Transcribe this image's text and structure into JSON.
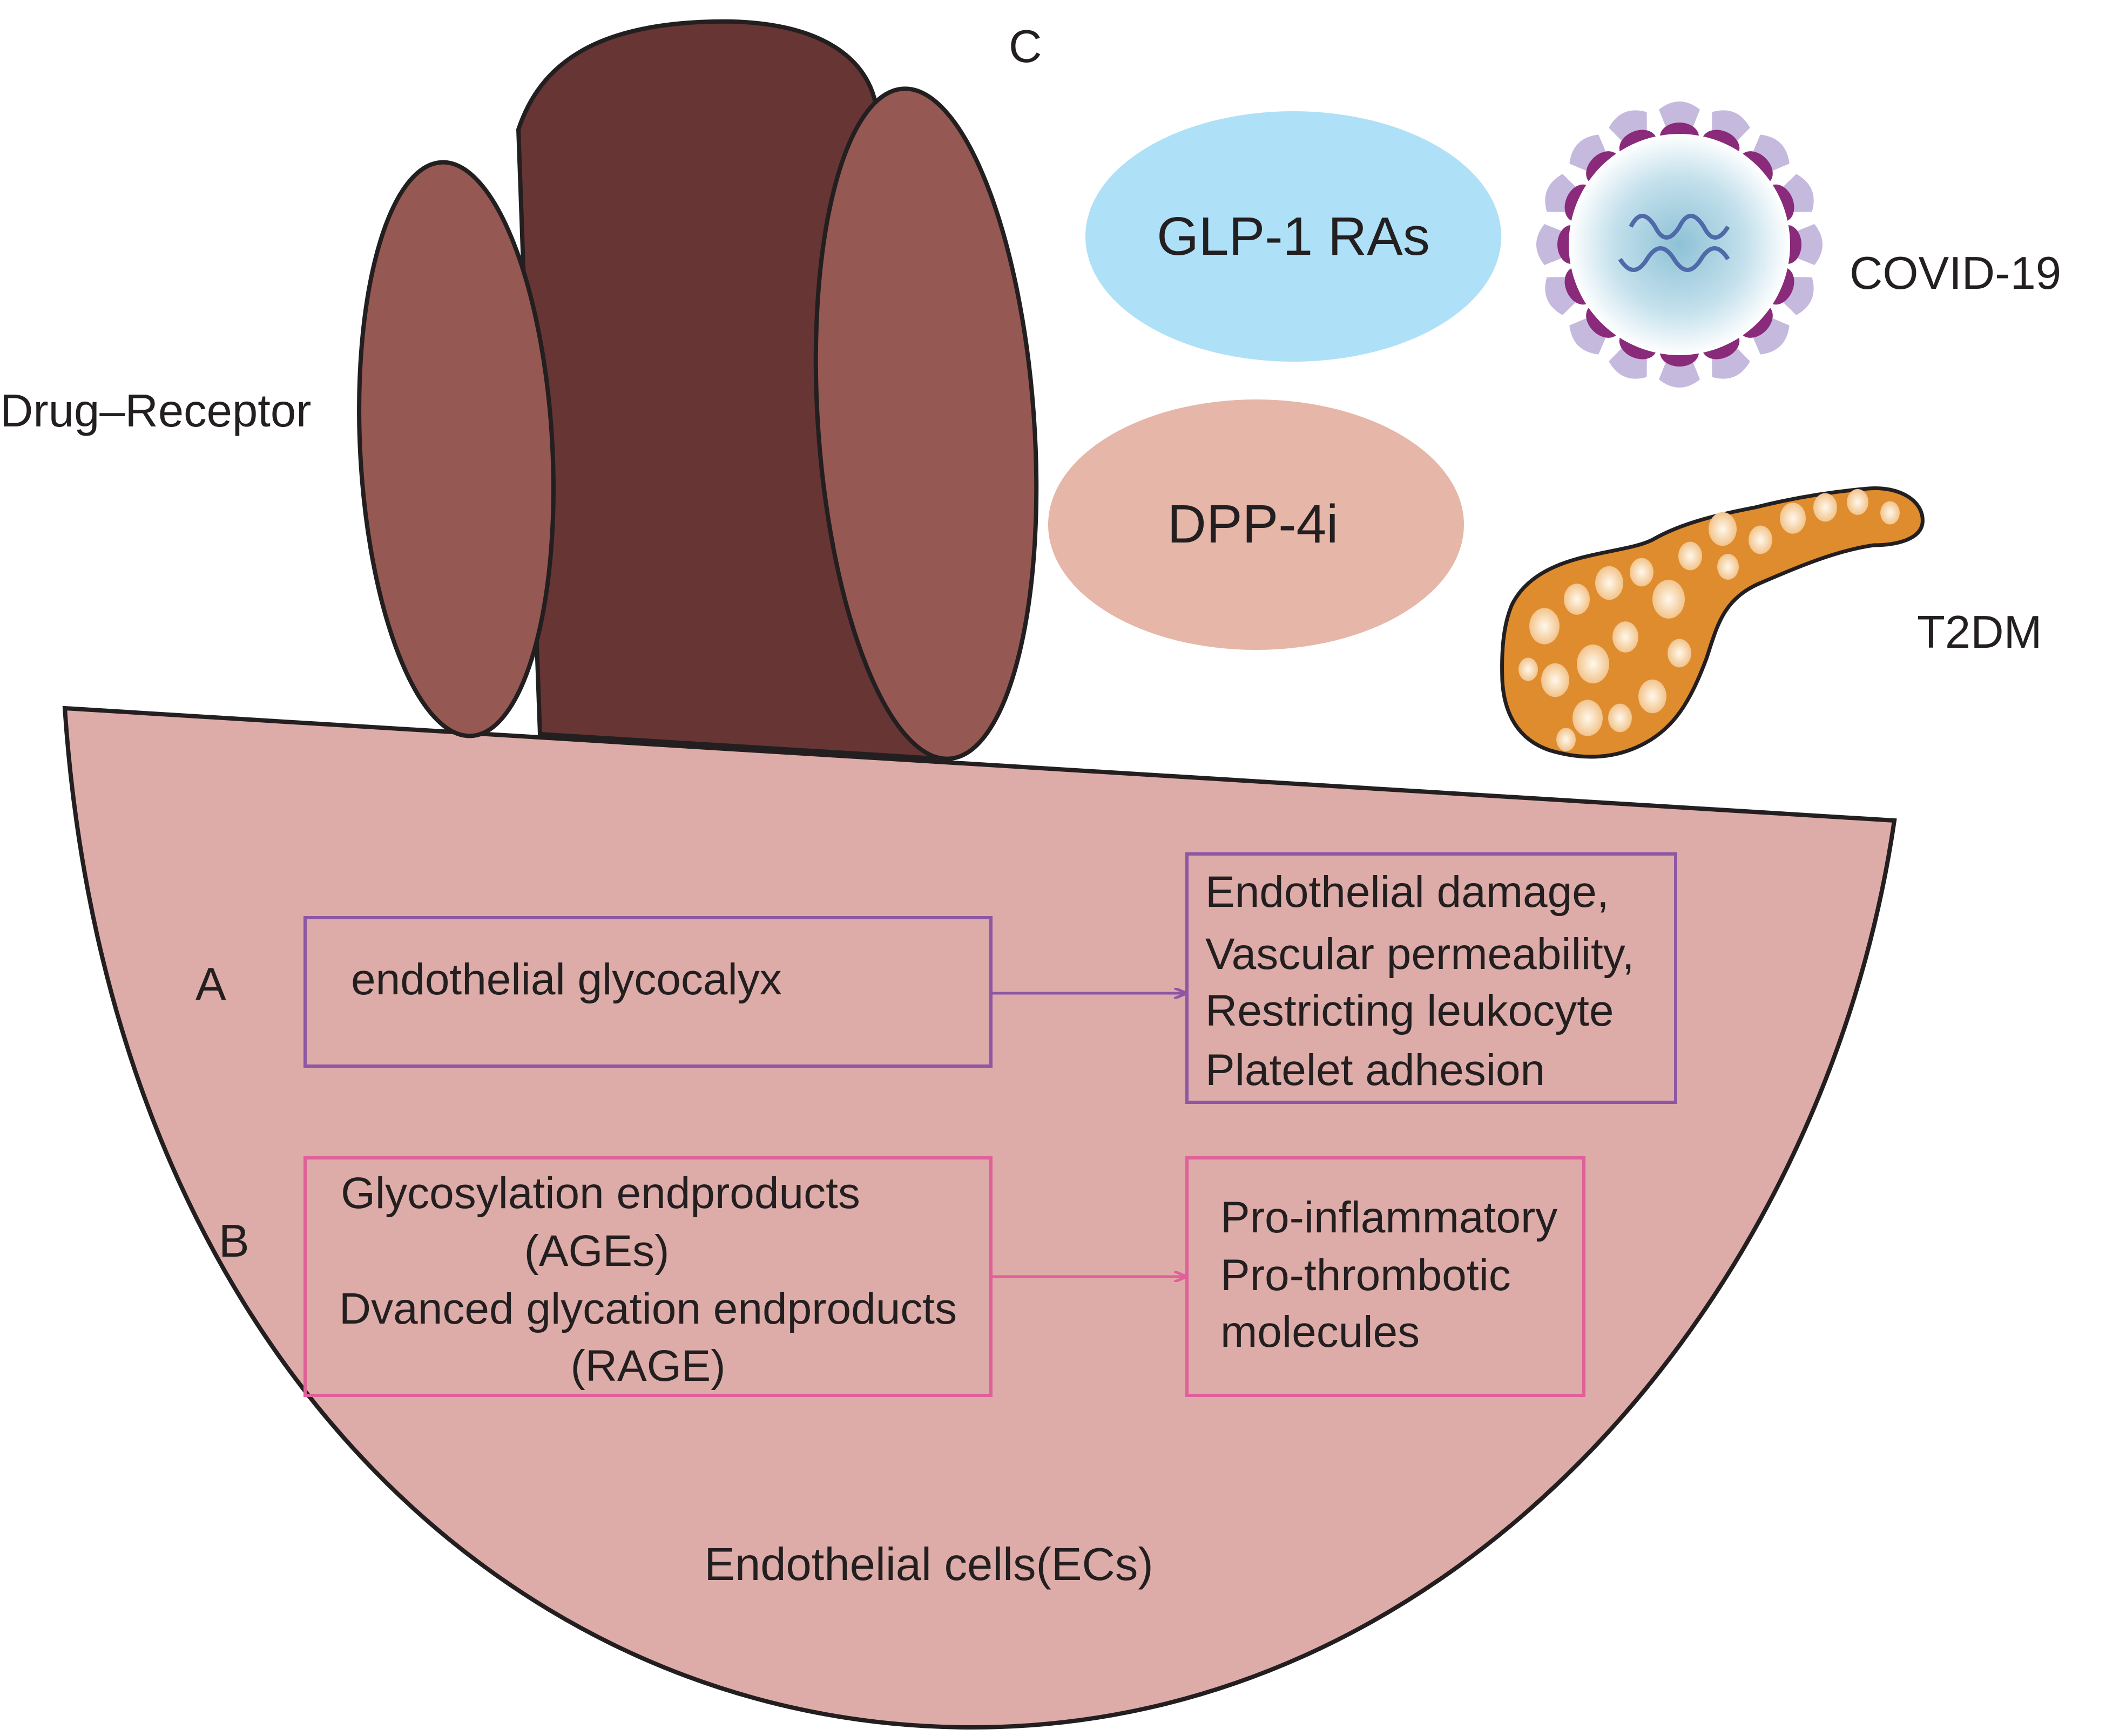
{
  "labels": {
    "panel_c": "C",
    "panel_a": "A",
    "panel_b": "B",
    "drug_receptor": "Drug–Receptor",
    "glp1": "GLP-1 RAs",
    "dpp4": "DPP-4i",
    "covid": "COVID-19",
    "t2dm": "T2DM",
    "endothelial_cells": "Endothelial cells(ECs)"
  },
  "box_a_left": {
    "lines": [
      "endothelial glycocalyx"
    ]
  },
  "box_a_right": {
    "lines": [
      "Endothelial damage,",
      "Vascular permeability,",
      "Restricting leukocyte",
      "Platelet adhesion"
    ]
  },
  "box_b_left": {
    "lines": [
      "Glycosylation endproducts",
      "(AGEs)",
      "Dvanced glycation endproducts",
      "(RAGE)"
    ]
  },
  "box_b_right": {
    "lines": [
      "Pro-inflammatory",
      "Pro-thrombotic",
      "molecules"
    ]
  },
  "colors": {
    "cell_fill": "#deaca8",
    "receptor_dark": "#673533",
    "receptor_light": "#965853",
    "glp1_fill": "#aee0f7",
    "dpp4_fill": "#e6b6a8",
    "box_a_stroke": "#8e57a4",
    "box_b_stroke": "#e0609a",
    "pancreas_fill": "#de8c2e",
    "virus_purple": "#8a2a7a"
  }
}
